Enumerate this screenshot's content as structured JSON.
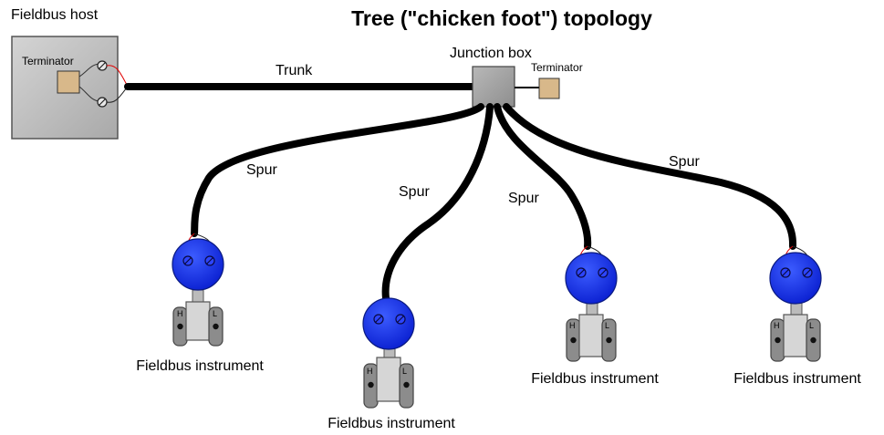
{
  "title": "Tree (\"chicken foot\") topology",
  "host": {
    "label": "Fieldbus host",
    "terminator_label": "Terminator"
  },
  "trunk_label": "Trunk",
  "junction_box": {
    "label": "Junction box",
    "terminator_label": "Terminator"
  },
  "spurs": [
    {
      "label": "Spur"
    },
    {
      "label": "Spur"
    },
    {
      "label": "Spur"
    },
    {
      "label": "Spur"
    }
  ],
  "instruments": [
    {
      "label": "Fieldbus instrument",
      "high_port": "H",
      "low_port": "L"
    },
    {
      "label": "Fieldbus instrument",
      "high_port": "H",
      "low_port": "L"
    },
    {
      "label": "Fieldbus instrument",
      "high_port": "H",
      "low_port": "L"
    },
    {
      "label": "Fieldbus instrument",
      "high_port": "H",
      "low_port": "L"
    }
  ],
  "colors": {
    "cable": "#000000",
    "host_fill": "#c8c8c8",
    "terminator_fill": "#d8b88a",
    "junction_fill": "#a6a6a6",
    "instrument_head": "#1e3cf0",
    "red_wire": "#e00000"
  }
}
